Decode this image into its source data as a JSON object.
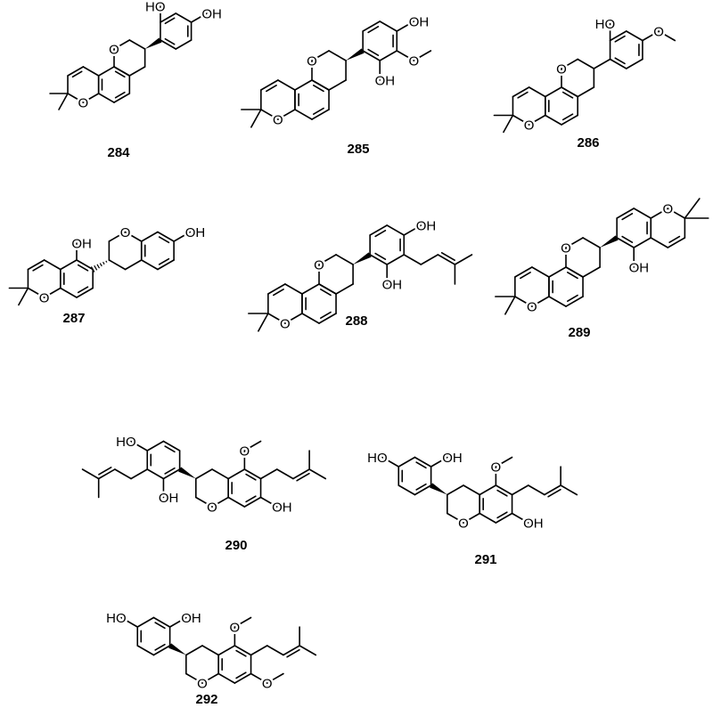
{
  "compounds": [
    {
      "id": "284"
    },
    {
      "id": "285"
    },
    {
      "id": "286"
    },
    {
      "id": "287"
    },
    {
      "id": "288"
    },
    {
      "id": "289"
    },
    {
      "id": "290"
    },
    {
      "id": "291"
    },
    {
      "id": "292"
    }
  ],
  "labels": {
    "hydroxyl": "OH",
    "hydroxyl_left": "HO",
    "oxygen": "O"
  },
  "colors": {
    "ink": "#000000",
    "background": "#ffffff"
  }
}
